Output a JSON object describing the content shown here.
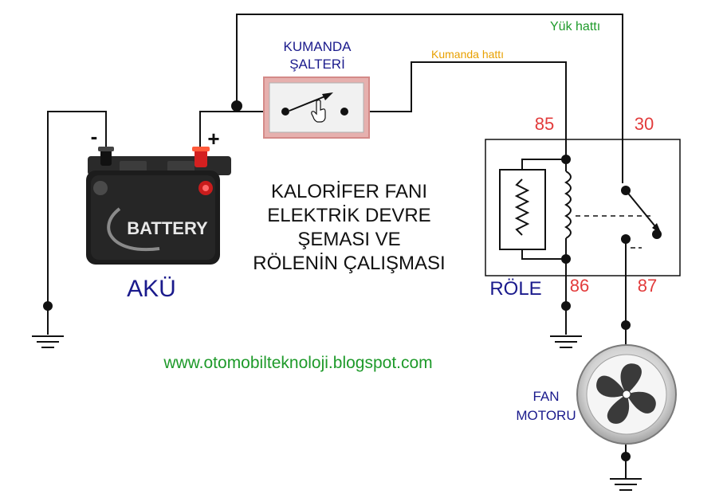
{
  "title_lines": [
    "KALORİFER FANI",
    "ELEKTRİK DEVRE",
    "ŞEMASI VE",
    "RÖLENİN ÇALIŞMASI"
  ],
  "battery": {
    "label": "AKÜ",
    "brand": "BATTERY",
    "minus": "-",
    "plus": "+"
  },
  "switch": {
    "label_line1": "KUMANDA",
    "label_line2": "ŞALTERİ"
  },
  "lines": {
    "control": "Kumanda hattı",
    "load": "Yük hattı"
  },
  "relay": {
    "label": "RÖLE",
    "pin85": "85",
    "pin30": "30",
    "pin86": "86",
    "pin87": "87"
  },
  "fan": {
    "label_line1": "FAN",
    "label_line2": "MOTORU"
  },
  "website": "www.otomobilteknoloji.blogspot.com",
  "colors": {
    "wire": "#111111",
    "label_navy": "#1a1a8c",
    "pin_red": "#e23b3b",
    "load_green": "#1e9a2a",
    "control_orange": "#e8a000"
  }
}
